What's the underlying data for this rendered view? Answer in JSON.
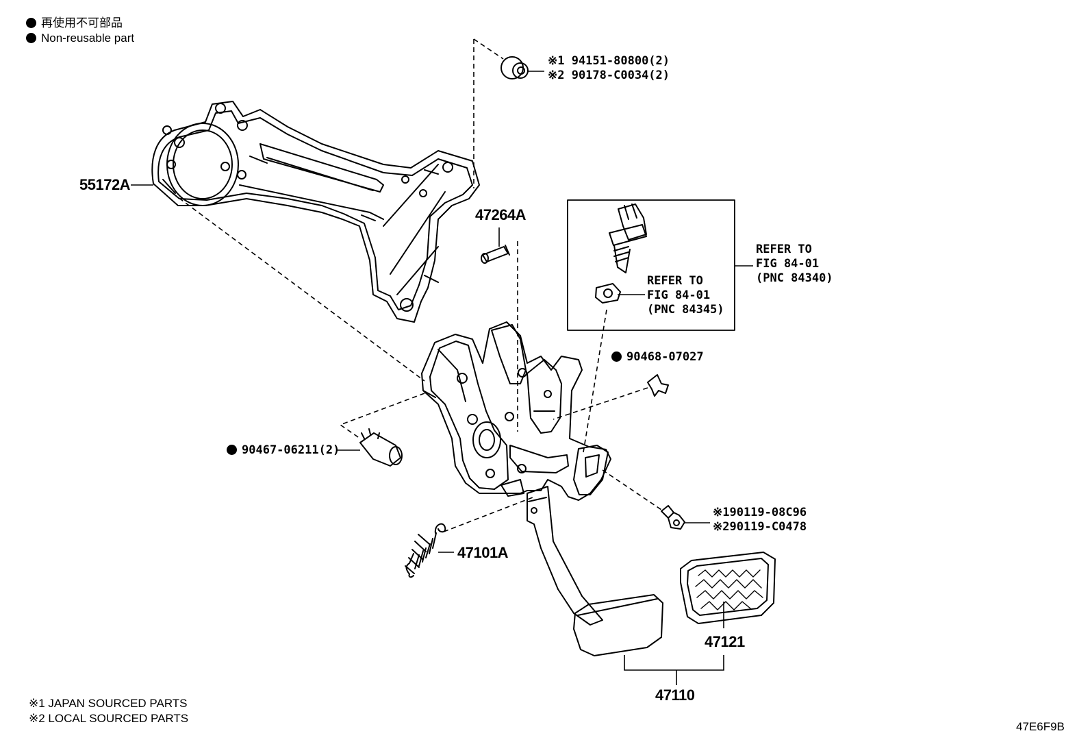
{
  "legend": {
    "nonreusable_jp": "再使用不可部品",
    "nonreusable_en": "Non-reusable part"
  },
  "footnotes": {
    "note1": "※1 JAPAN SOURCED PARTS",
    "note2": "※2 LOCAL SOURCED PARTS"
  },
  "diagram_code": "47E6F9B",
  "parts": {
    "p55172A": "55172A",
    "p47264A": "47264A",
    "nut_line1": "※1 94151-80800(2)",
    "nut_line2": "※2 90178-C0034(2)",
    "switch_ref": [
      "REFER TO",
      "FIG 84-01",
      "(PNC 84340)"
    ],
    "nut_ref": [
      "REFER TO",
      "FIG 84-01",
      "(PNC 84345)"
    ],
    "p90468": "90468-07027",
    "p90467": "90467-06211(2)",
    "bolt_line1": "※190119-08C96",
    "bolt_line2": "※290119-C0478",
    "p47101A": "47101A",
    "p47121": "47121",
    "p47110": "47110"
  },
  "colors": {
    "ink": "#000000",
    "paper": "#ffffff",
    "pad_shade": "#bdbdbd"
  }
}
